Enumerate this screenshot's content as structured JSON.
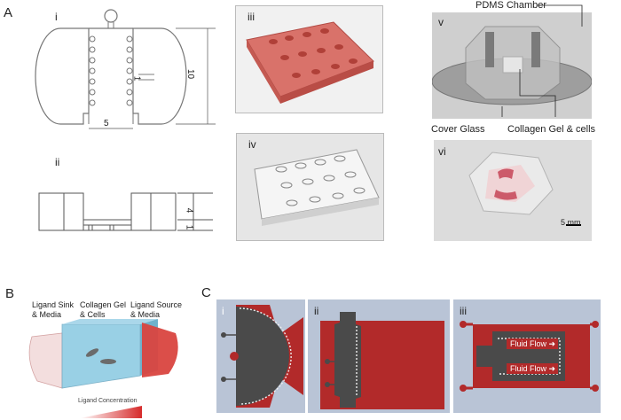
{
  "panelA": {
    "letter": "A",
    "sub": [
      "i",
      "ii",
      "iii",
      "iv",
      "v",
      "vi"
    ],
    "dims": {
      "ten": "10",
      "five": "5",
      "one_i": "1",
      "four": "4",
      "one_ii": "1"
    },
    "v_labels": {
      "pdms": "PDMS Chamber",
      "cover": "Cover Glass",
      "collagen": "Collagen Gel & cells"
    },
    "scale_bar": "5 mm"
  },
  "panelB": {
    "letter": "B",
    "sink": [
      "Ligand Sink",
      "& Media"
    ],
    "gel": [
      "Collagen Gel",
      "& Cells"
    ],
    "source": [
      "Ligand Source",
      "& Media"
    ],
    "gradient_label": "Ligand Concentration"
  },
  "panelC": {
    "letter": "C",
    "sub": [
      "i",
      "ii",
      "iii"
    ],
    "flow_top": "Fluid Flow",
    "flow_bottom": "Fluid Flow"
  },
  "colors": {
    "red": "#b22a2a",
    "dark": "#4a4a4a",
    "bg_c": "#b9c4d6",
    "gel_blue": "#7fc3dd"
  }
}
